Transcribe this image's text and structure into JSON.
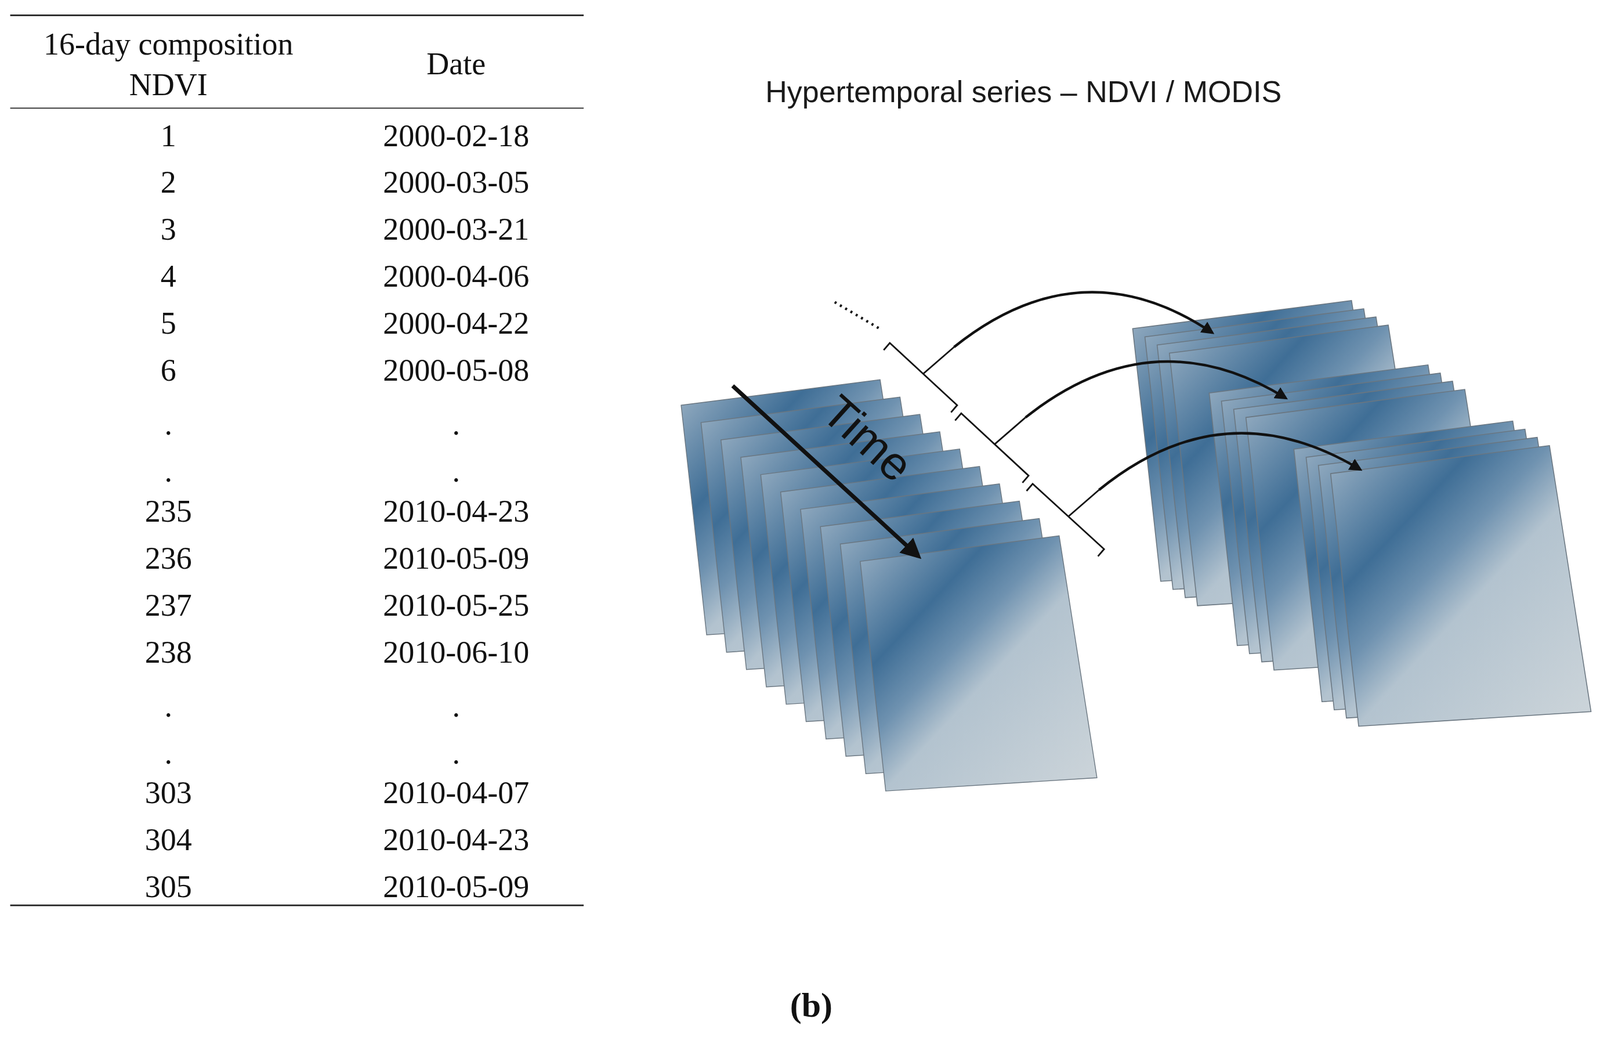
{
  "diagram": {
    "title": "Hypertemporal series – NDVI / MODIS",
    "caption": "(b)",
    "labels": [
      "16-day composition NDVI",
      "Date",
      "1",
      "2000-02-18",
      "2",
      "2000-03-05",
      "3",
      "2000-03-21",
      "4",
      "2000-04-06",
      "5",
      "2000-04-22",
      "6",
      "2000-05-08",
      ".",
      ".",
      ".",
      ".",
      "235",
      "2010-04-23",
      "236",
      "2010-05-09",
      "237",
      "2010-05-25",
      "238",
      "2010-06-10",
      ".",
      ".",
      ".",
      ".",
      "303",
      "2010-04-07",
      "304",
      "2010-04-23",
      "305",
      "2010-05-09",
      "Time"
    ]
  }
}
